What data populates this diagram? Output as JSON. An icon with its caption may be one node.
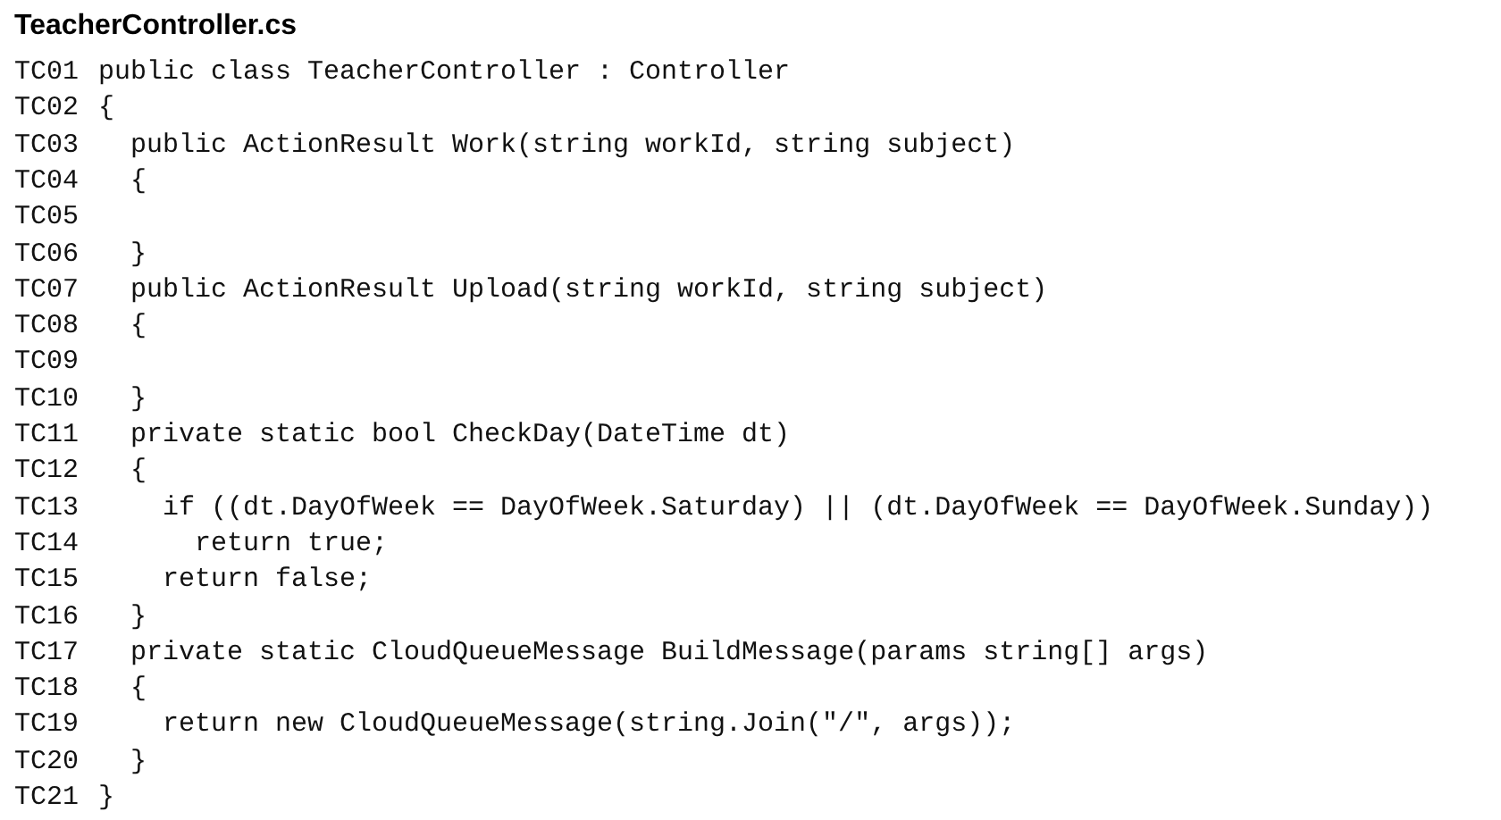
{
  "diagram": {
    "title": "TeacherController.cs",
    "labels": [
      "TC01",
      "public class TeacherController : Controller",
      "TC02",
      "{",
      "TC03",
      "public ActionResult Work(string workId, string subject)",
      "TC04",
      "{",
      "TC05",
      "TC06",
      "}",
      "TC07",
      "public ActionResult Upload(string workId, string subject)",
      "TC08",
      "{",
      "TC09",
      "TC10",
      "}",
      "TC11",
      "private static bool CheckDay(DateTime dt)",
      "TC12",
      "{",
      "TC13",
      "if ((dt.DayOfWeek == DayOfWeek.Saturday) || (dt.DayOfWeek == DayOfWeek.Sunday))",
      "TC14",
      "return true;",
      "TC15",
      "return false;",
      "TC16",
      "}",
      "TC17",
      "private static CloudQueueMessage BuildMessage(params string[] args)",
      "TC18",
      "{",
      "TC19",
      "return new CloudQueueMessage(string.Join(\"/\", args));",
      "TC20",
      "}",
      "TC21",
      "}"
    ]
  }
}
